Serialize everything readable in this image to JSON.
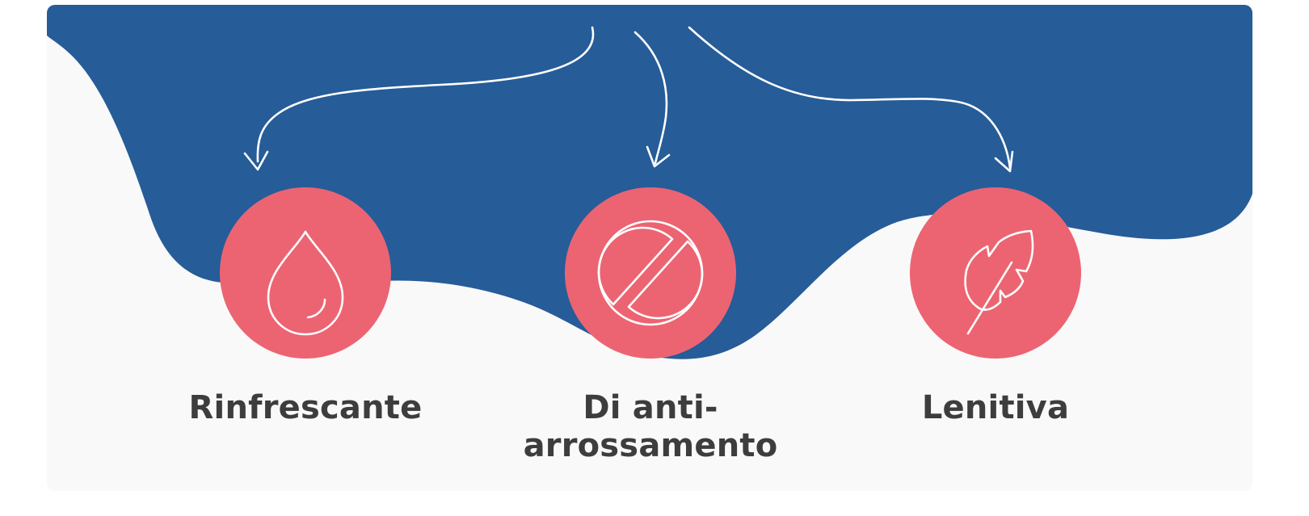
{
  "colors": {
    "panel_background": "#f9f9f9",
    "wave_blue": "#265c98",
    "circle_coral": "#ec6472",
    "icon_stroke": "#ffffff",
    "arrow_stroke": "#ffffff",
    "label_text": "#3d3d3d"
  },
  "benefits": [
    {
      "icon": "water-drop-icon",
      "label_lines": [
        "Rinfrescante"
      ]
    },
    {
      "icon": "prohibited-icon",
      "label_lines": [
        "Di anti-",
        "arrossamento"
      ]
    },
    {
      "icon": "feather-icon",
      "label_lines": [
        "Lenitiva"
      ]
    }
  ]
}
